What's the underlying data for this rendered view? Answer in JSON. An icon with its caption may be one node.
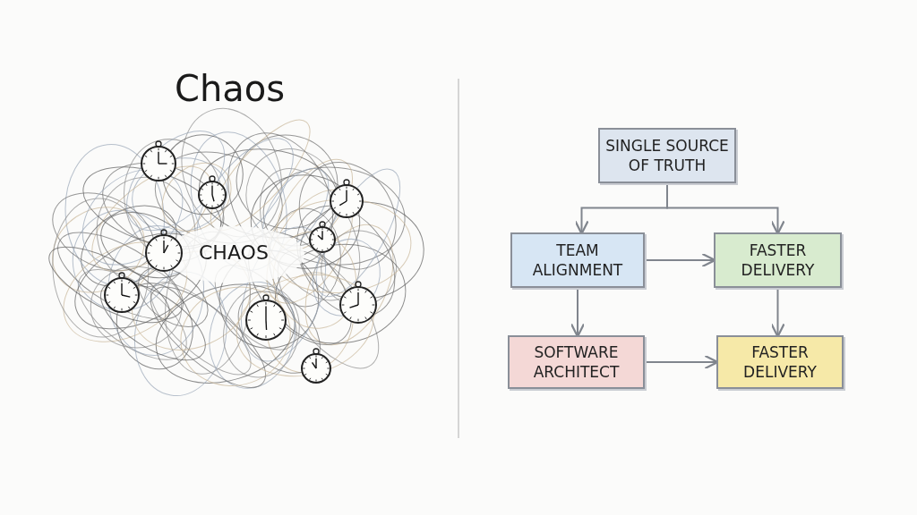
{
  "diagram": {
    "nodes": [
      {
        "text": [
          "SINGLE SOURCE OF TRUTH"
        ]
      },
      {
        "text": [
          "TEAM ALIGNMENT"
        ]
      },
      {
        "text": [
          "FASTER DELIVERY"
        ]
      },
      {
        "text": [
          "SOFTWARE ARCHITECT"
        ]
      },
      {
        "text": [
          "FASTER DELIVERY"
        ]
      }
    ],
    "edges": [
      {
        "from": 0,
        "to": 1,
        "arrow": "to"
      },
      {
        "from": 0,
        "to": 2,
        "arrow": "to"
      },
      {
        "from": 1,
        "to": 2,
        "arrow": "to"
      },
      {
        "from": 1,
        "to": 3,
        "arrow": "to"
      },
      {
        "from": 2,
        "to": 4,
        "arrow": "to"
      },
      {
        "from": 3,
        "to": 4,
        "arrow": "to"
      }
    ],
    "labels": [
      "Chaos",
      "CHAOS"
    ]
  }
}
